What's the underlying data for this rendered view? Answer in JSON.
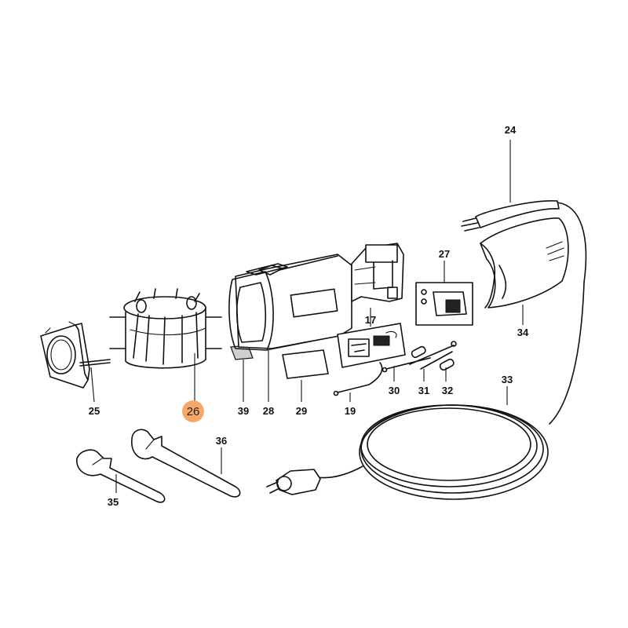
{
  "callouts": {
    "c17": "17",
    "c19": "19",
    "c24": "24",
    "c25": "25",
    "c26": "26",
    "c27": "27",
    "c28": "28",
    "c29": "29",
    "c30": "30",
    "c31": "31",
    "c32": "32",
    "c33": "33",
    "c34": "34",
    "c35": "35",
    "c36": "36",
    "c39": "39"
  },
  "highlight": {
    "callout": "26",
    "color": "#f4a86a"
  }
}
